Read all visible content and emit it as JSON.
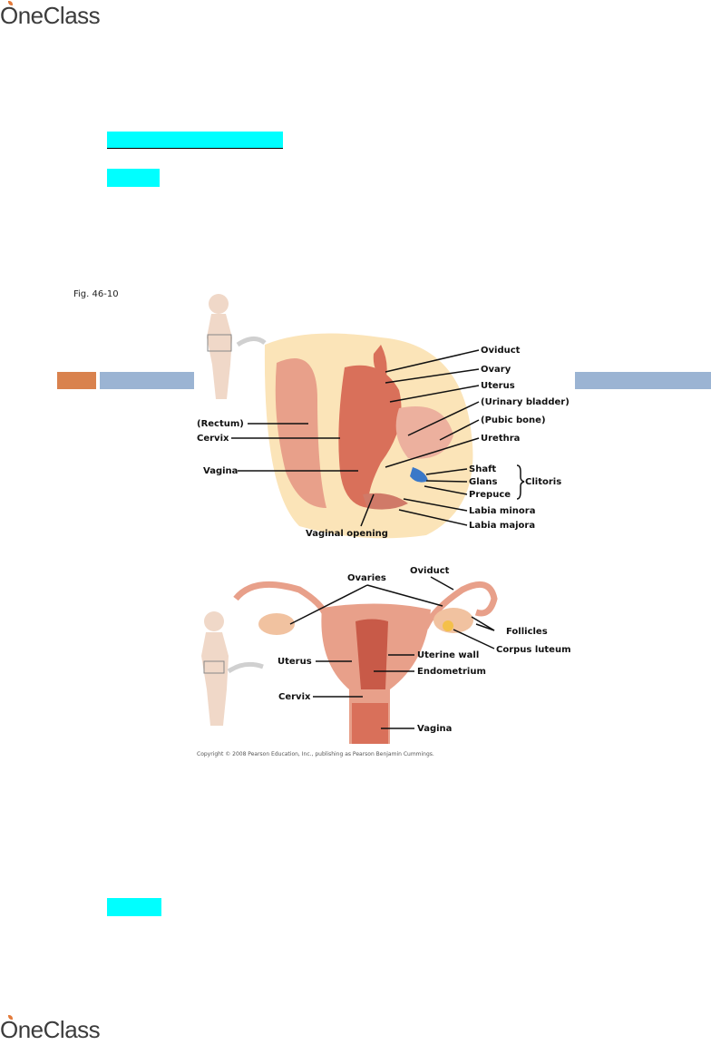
{
  "brand": {
    "logo_text": "OneClass"
  },
  "figure": {
    "label": "Fig. 46-10",
    "top_labels": {
      "oviduct": "Oviduct",
      "ovary": "Ovary",
      "uterus": "Uterus",
      "urinary_bladder": "(Urinary bladder)",
      "pubic_bone": "(Pubic bone)",
      "urethra": "Urethra",
      "shaft": "Shaft",
      "glans": "Glans",
      "prepuce": "Prepuce",
      "clitoris": "Clitoris",
      "labia_minora": "Labia minora",
      "labia_majora": "Labia majora",
      "rectum": "(Rectum)",
      "cervix": "Cervix",
      "vagina": "Vagina",
      "vaginal_opening": "Vaginal opening"
    },
    "bottom_labels": {
      "ovaries": "Ovaries",
      "oviduct": "Oviduct",
      "follicles": "Follicles",
      "corpus_luteum": "Corpus luteum",
      "uterus": "Uterus",
      "uterine_wall": "Uterine wall",
      "endometrium": "Endometrium",
      "cervix": "Cervix",
      "vagina": "Vagina"
    },
    "copyright": "Copyright © 2008 Pearson Education, Inc., publishing as Pearson Benjamin Cummings."
  },
  "colors": {
    "highlight": "#00ffff",
    "accent_orange": "#d9824e",
    "accent_blue": "#9bb4d3",
    "tissue": "#e8a08a",
    "silhouette": "#f0d8c8"
  }
}
